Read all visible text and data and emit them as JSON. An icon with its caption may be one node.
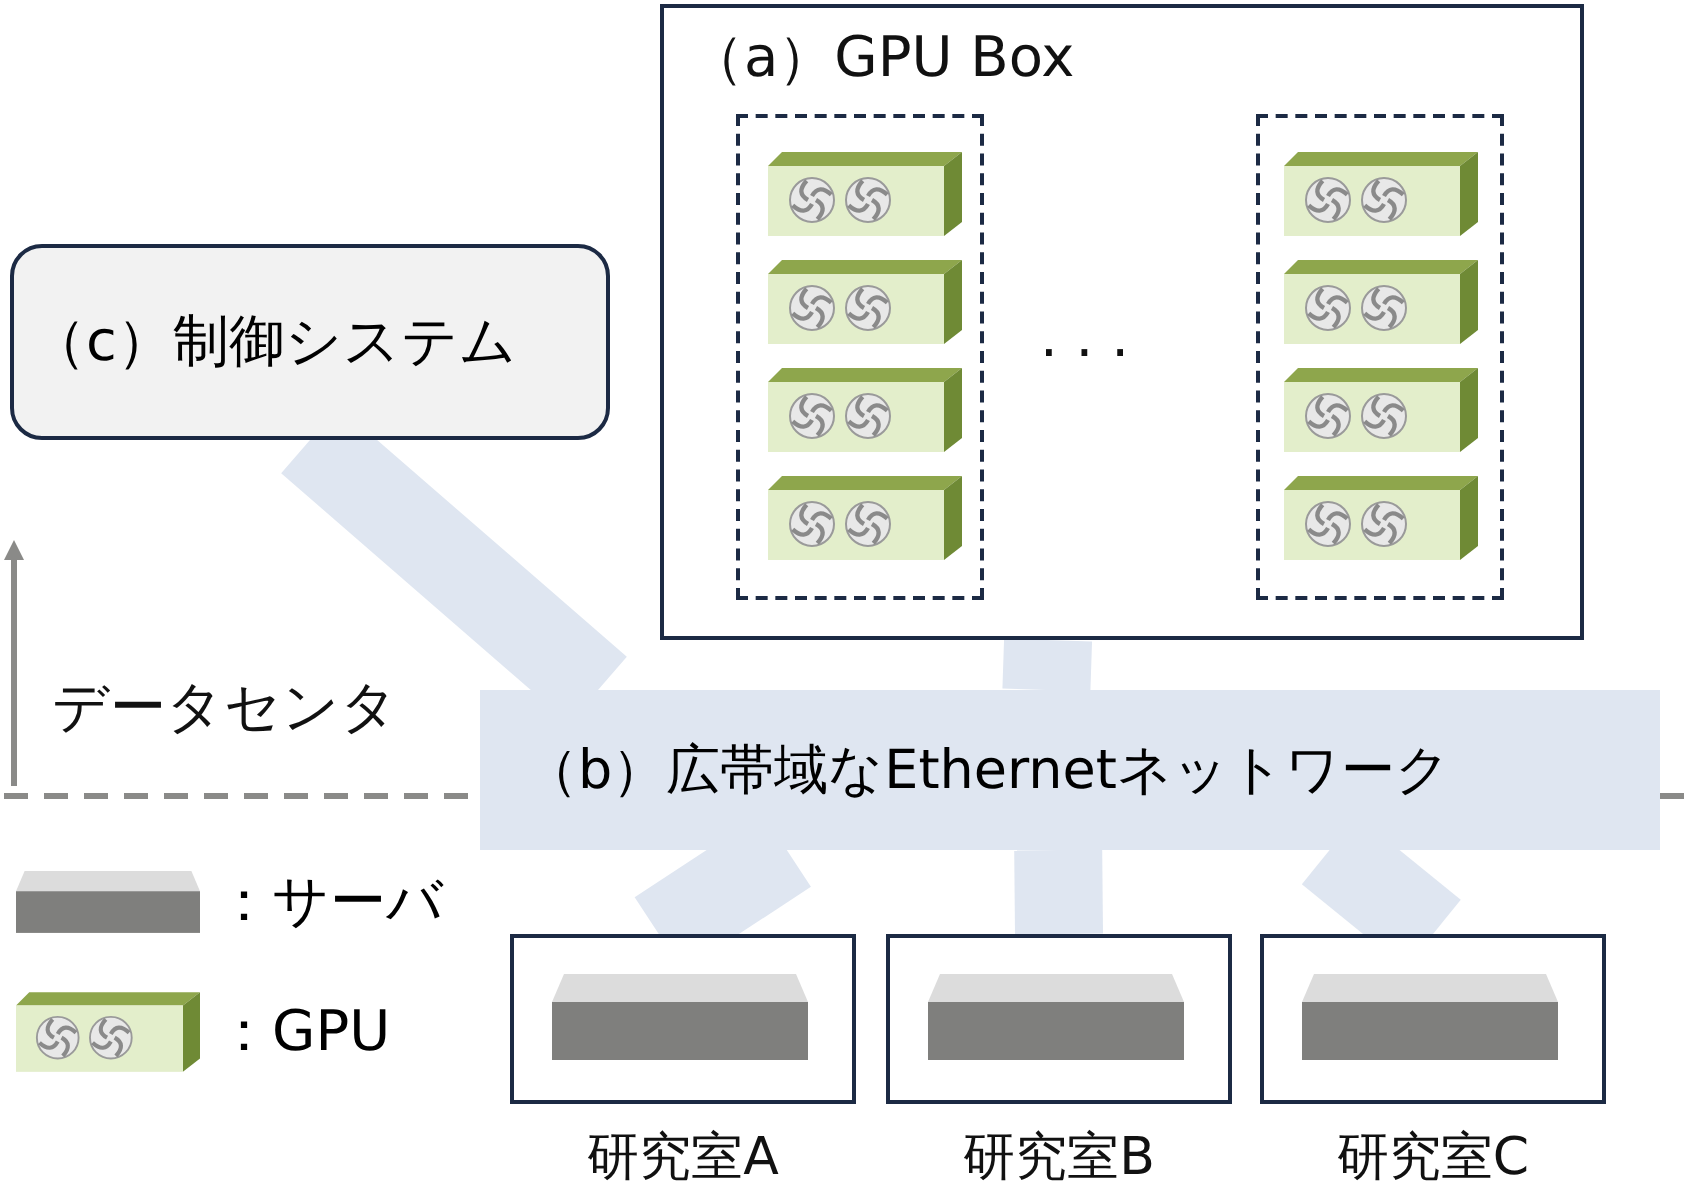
{
  "diagram": {
    "nodes": [
      {
        "text": [
          "（a）GPU Box"
        ]
      },
      {
        "text": [],
        "shape": "box",
        "in": 0
      },
      {
        "text": [],
        "shape": "box",
        "in": 1
      },
      {
        "text": [],
        "shape": "box",
        "in": 1
      },
      {
        "text": [],
        "shape": "box",
        "in": 1
      },
      {
        "text": [],
        "shape": "box",
        "in": 1
      },
      {
        "text": [],
        "shape": "box",
        "in": 0
      },
      {
        "text": [],
        "shape": "box",
        "in": 6
      },
      {
        "text": [],
        "shape": "box",
        "in": 6
      },
      {
        "text": [],
        "shape": "box",
        "in": 6
      },
      {
        "text": [],
        "shape": "box",
        "in": 6
      },
      {
        "text": [
          "（c）制御システム"
        ]
      },
      {
        "text": [
          "（b）広帯域なEthernetネットワーク"
        ]
      },
      {
        "text": [
          "研究室A"
        ]
      },
      {
        "text": [],
        "shape": "box",
        "in": 13
      },
      {
        "text": [
          "研究室B"
        ]
      },
      {
        "text": [],
        "shape": "box",
        "in": 15
      },
      {
        "text": [
          "研究室C"
        ]
      },
      {
        "text": [],
        "shape": "box",
        "in": 17
      }
    ],
    "edges": [
      {
        "from": 11,
        "to": 12,
        "arrow": "none"
      },
      {
        "from": 0,
        "to": 12,
        "arrow": "none"
      },
      {
        "from": 12,
        "to": 13,
        "arrow": "none"
      },
      {
        "from": 12,
        "to": 15,
        "arrow": "none"
      },
      {
        "from": 12,
        "to": 17,
        "arrow": "none"
      }
    ],
    "labels": [
      "· · ·",
      "データセンタ"
    ],
    "legend": [
      {
        "text": "：サーバ"
      },
      {
        "text": "：GPU"
      }
    ]
  }
}
